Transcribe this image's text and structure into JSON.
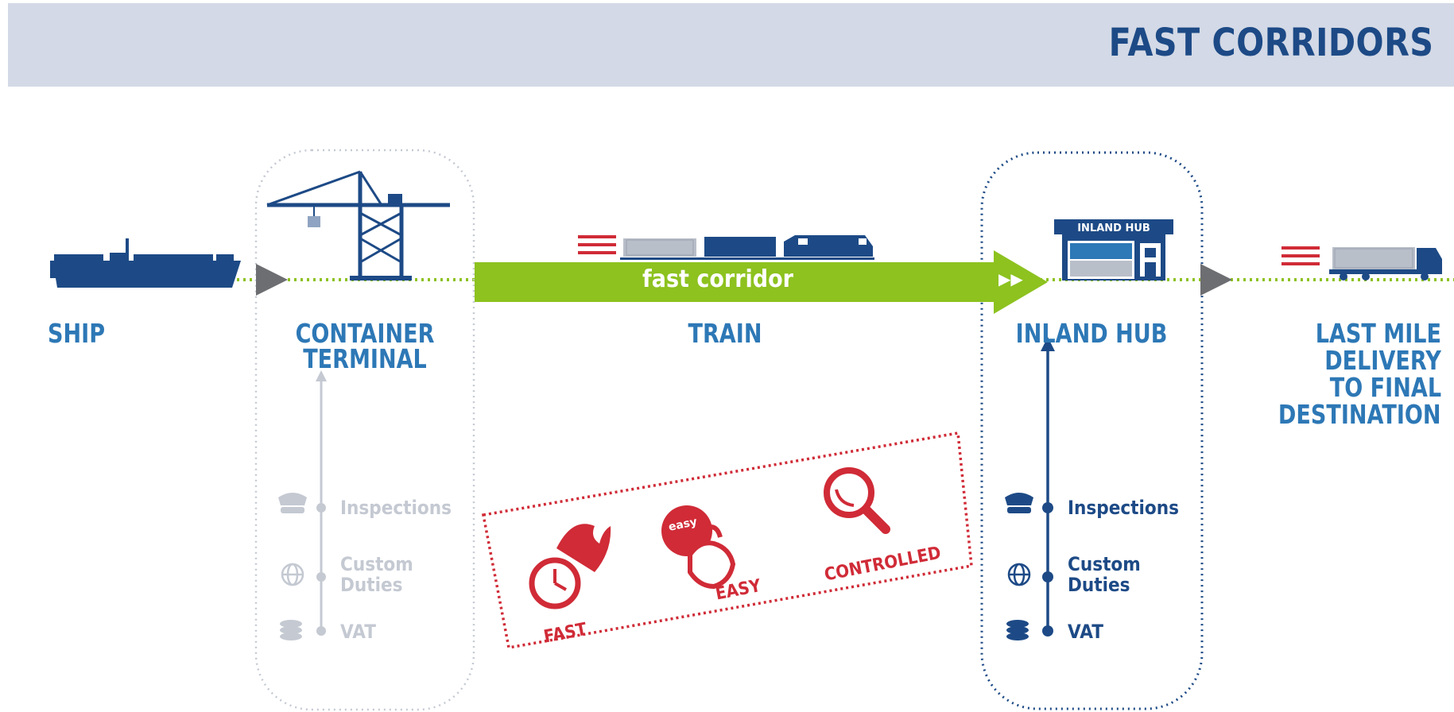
{
  "header": {
    "title": "FAST CORRIDORS"
  },
  "stages": {
    "ship": "SHIP",
    "container_terminal_line1": "CONTAINER",
    "container_terminal_line2": "TERMINAL",
    "train": "TRAIN",
    "inland_hub": "INLAND HUB",
    "last_mile_line1": "LAST MILE",
    "last_mile_line2": "DELIVERY",
    "last_mile_line3": "TO FINAL",
    "last_mile_line4": "DESTINATION"
  },
  "corridor": {
    "label": "fast corridor",
    "arrow_glyph": "▶▶"
  },
  "hub_sign": "INLAND HUB",
  "checks_terminal": {
    "inspections": "Inspections",
    "custom_line1": "Custom",
    "custom_line2": "Duties",
    "vat": "VAT"
  },
  "checks_hub": {
    "inspections": "Inspections",
    "custom_line1": "Custom",
    "custom_line2": "Duties",
    "vat": "VAT"
  },
  "benefits": {
    "fast": "FAST",
    "easy": "EASY",
    "easy_button": "easy",
    "controlled": "CONTROLLED"
  },
  "colors": {
    "header_bg": "#d3d9e6",
    "navy": "#1d4a86",
    "blue": "#2d78b6",
    "green": "#8dc21f",
    "red": "#d02b37",
    "gray": "#c4c9d2"
  },
  "icons": [
    "ship-icon",
    "crane-icon",
    "train-icon",
    "inland-hub-building-icon",
    "truck-icon",
    "police-cap-icon",
    "globe-icon",
    "coins-icon",
    "stopwatch-icon",
    "press-button-icon",
    "magnifier-icon"
  ]
}
